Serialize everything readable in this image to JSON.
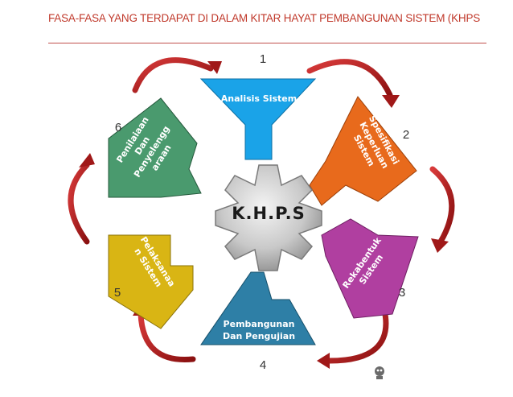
{
  "title": "FASA-FASA YANG TERDAPAT DI DALAM KITAR HAYAT PEMBANGUNAN SISTEM (KHPS",
  "center": "K.H.P.S",
  "phases": [
    {
      "number": "1",
      "lines": [
        "Analisis Sistem"
      ],
      "color": "#1aa3e8"
    },
    {
      "number": "2",
      "lines": [
        "Spesifikasi",
        "Keperluan",
        "Sistem"
      ],
      "color": "#e86a1c"
    },
    {
      "number": "3",
      "lines": [
        "Rekabentuk",
        "Sistem"
      ],
      "color": "#b03fa0"
    },
    {
      "number": "4",
      "lines": [
        "Pembangunan",
        "Dan Pengujian"
      ],
      "color": "#2e7fa6"
    },
    {
      "number": "5",
      "lines": [
        "Pelaksanaa",
        "n Sistem"
      ],
      "color": "#d9b514"
    },
    {
      "number": "6",
      "lines": [
        "Penilaiaan",
        "Dan",
        "Penyelengg",
        "araan"
      ],
      "color": "#4a9a6e"
    }
  ],
  "colors": {
    "arrow": "#b01f1f",
    "title": "#c0392b",
    "gear": "#bdbdbd"
  }
}
